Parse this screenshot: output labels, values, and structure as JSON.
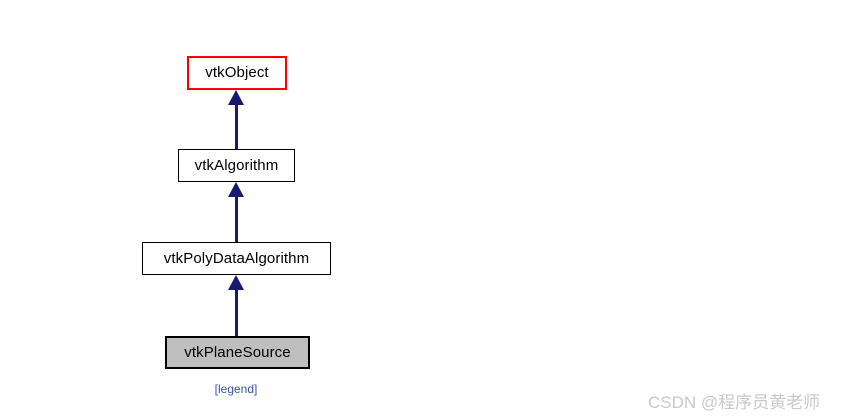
{
  "diagram": {
    "type": "inheritance-graph",
    "orientation": "vertical-bottom-up",
    "background_color": "#ffffff",
    "edge_color": "#191970",
    "nodes": [
      {
        "id": "vtkObject",
        "label": "vtkObject",
        "role": "base-class",
        "fill_color": "#ffffff",
        "border_color": "#ff0000",
        "text_color": "#000000"
      },
      {
        "id": "vtkAlgorithm",
        "label": "vtkAlgorithm",
        "role": "ancestor",
        "fill_color": "#ffffff",
        "border_color": "#000000",
        "text_color": "#000000"
      },
      {
        "id": "vtkPolyDataAlgorithm",
        "label": "vtkPolyDataAlgorithm",
        "role": "ancestor",
        "fill_color": "#ffffff",
        "border_color": "#000000",
        "text_color": "#000000"
      },
      {
        "id": "vtkPlaneSource",
        "label": "vtkPlaneSource",
        "role": "current-class",
        "fill_color": "#bfbfbf",
        "border_color": "#000000",
        "text_color": "#000000"
      }
    ],
    "edges": [
      {
        "from": "vtkAlgorithm",
        "to": "vtkObject",
        "relation": "inherits"
      },
      {
        "from": "vtkPolyDataAlgorithm",
        "to": "vtkAlgorithm",
        "relation": "inherits"
      },
      {
        "from": "vtkPlaneSource",
        "to": "vtkPolyDataAlgorithm",
        "relation": "inherits"
      }
    ]
  },
  "legend": {
    "label": "[legend]",
    "color": "#3d4faf"
  },
  "watermark": {
    "text": "CSDN @程序员黄老师",
    "color": "#c9c9c9"
  }
}
